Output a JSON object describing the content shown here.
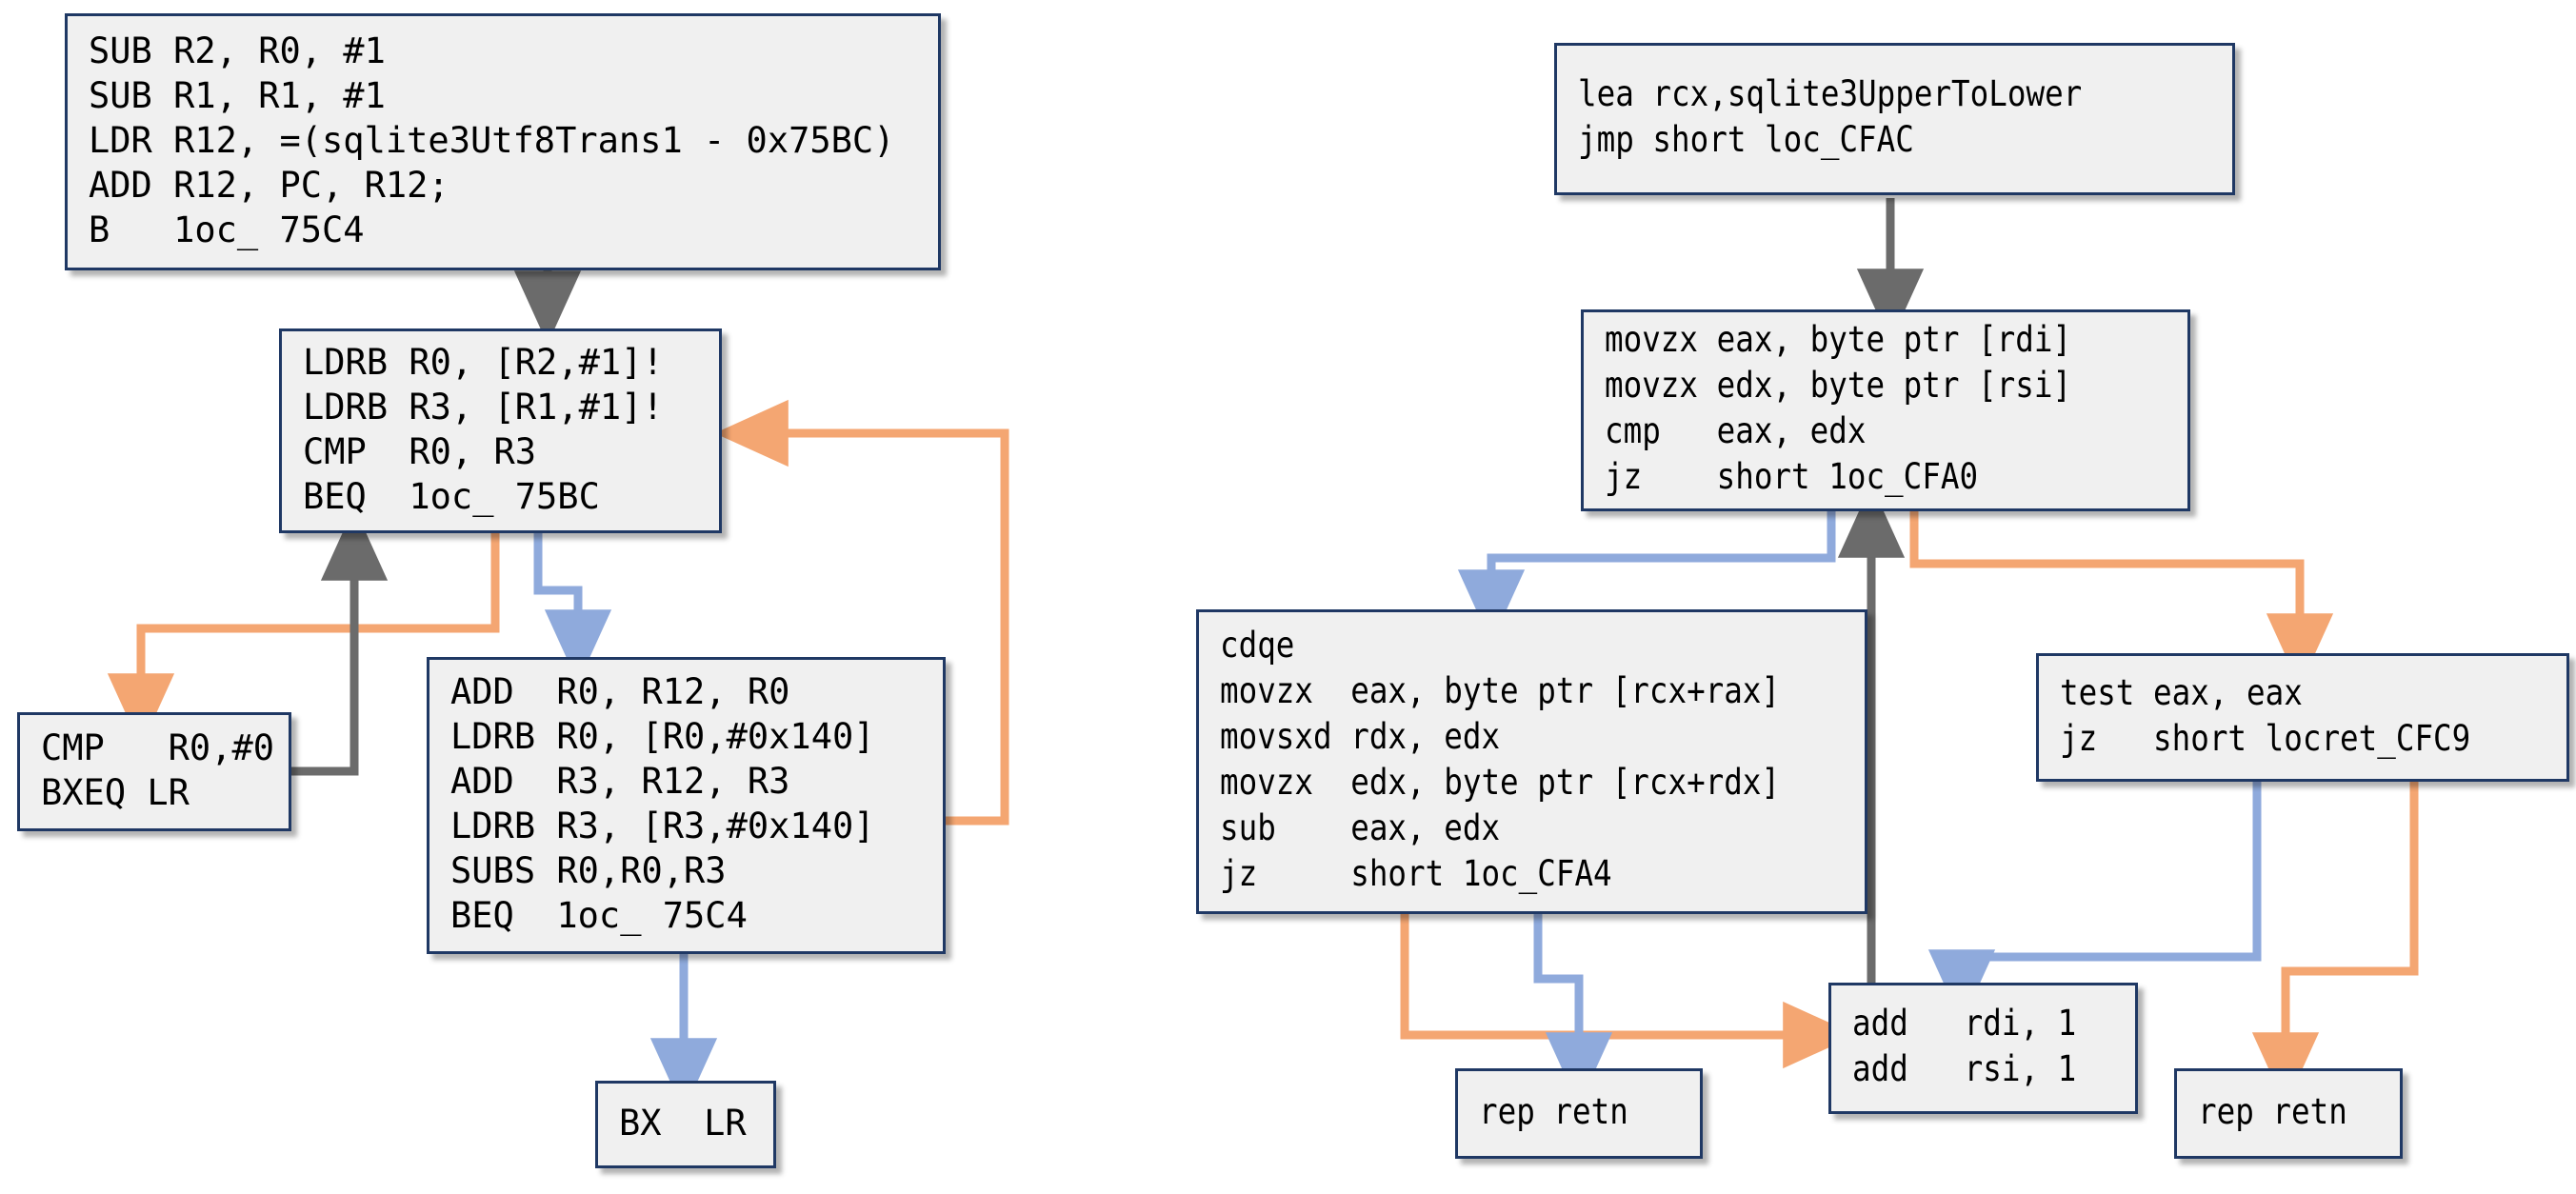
{
  "meta": {
    "description": "Side-by-side disassembly control-flow graphs (ARM on the left, x86-64 on the right) of an sqlite3 string-compare routine",
    "colors": {
      "block_fill": "#F0F0F0",
      "block_border": "#1F3864",
      "edge_gray": "#6B6B6B",
      "edge_blue": "#8FAADC",
      "edge_orange": "#F4A672",
      "text": "#000000",
      "background": "#FFFFFF"
    }
  },
  "arm_graph": {
    "name": "arm-control-flow-graph",
    "blocks": [
      {
        "id": "arm-entry",
        "name": "arm-block-entry",
        "lines": [
          "SUB R2, R0, #1",
          "SUB R1, R1, #1",
          "LDR R12, =(sqlite3Utf8Trans1 - 0x75BC)",
          "ADD R12, PC, R12;",
          "B   1oc_ 75C4"
        ]
      },
      {
        "id": "arm-loop",
        "name": "arm-block-loop-head",
        "lines": [
          "LDRB R0, [R2,#1]!",
          "LDRB R3, [R1,#1]!",
          "CMP  R0, R3",
          "BEQ  1oc_ 75BC"
        ]
      },
      {
        "id": "arm-cmp",
        "name": "arm-block-cmp-zero",
        "lines": [
          "CMP   R0,#0",
          "BXEQ LR"
        ]
      },
      {
        "id": "arm-body",
        "name": "arm-block-translate",
        "lines": [
          "ADD  R0, R12, R0",
          "LDRB R0, [R0,#0x140]",
          "ADD  R3, R12, R3",
          "LDRB R3, [R3,#0x140]",
          "SUBS R0,R0,R3",
          "BEQ  1oc_ 75C4"
        ]
      },
      {
        "id": "arm-ret",
        "name": "arm-block-return",
        "lines": [
          "BX  LR"
        ]
      }
    ]
  },
  "x86_graph": {
    "name": "x86-control-flow-graph",
    "blocks": [
      {
        "id": "x86-entry",
        "name": "x86-block-entry",
        "lines": [
          "lea rcx,sqlite3UpperToLower",
          "jmp short loc_CFAC"
        ]
      },
      {
        "id": "x86-loop",
        "name": "x86-block-loop-head",
        "lines": [
          "movzx eax, byte ptr [rdi]",
          "movzx edx, byte ptr [rsi]",
          "cmp   eax, edx",
          "jz    short 1oc_CFA0"
        ]
      },
      {
        "id": "x86-body",
        "name": "x86-block-translate",
        "lines": [
          "cdqe",
          "movzx  eax, byte ptr [rcx+rax]",
          "movsxd rdx, edx",
          "movzx  edx, byte ptr [rcx+rdx]",
          "sub    eax, edx",
          "jz     short 1oc_CFA4"
        ]
      },
      {
        "id": "x86-test",
        "name": "x86-block-test-zero",
        "lines": [
          "test eax, eax",
          "jz   short locret_CFC9"
        ]
      },
      {
        "id": "x86-inc",
        "name": "x86-block-increment",
        "lines": [
          "add   rdi, 1",
          "add   rsi, 1"
        ]
      },
      {
        "id": "x86-ret-left",
        "name": "x86-block-return-left",
        "lines": [
          "rep retn"
        ]
      },
      {
        "id": "x86-ret-right",
        "name": "x86-block-return-right",
        "lines": [
          "rep retn"
        ]
      }
    ]
  }
}
